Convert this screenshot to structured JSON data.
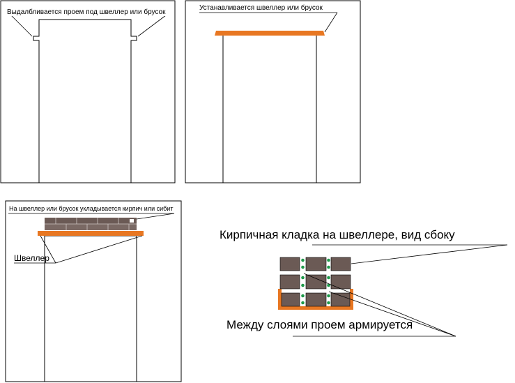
{
  "panel1": {
    "caption": "Выдалбливается проем под швеллер или брусок"
  },
  "panel2": {
    "caption": "Устанавливается швеллер или брусок"
  },
  "panel3": {
    "caption": "На швеллер или брусок укладывается кирпич или сибит",
    "channel_label": "Швеллер"
  },
  "side_view": {
    "title": "Кирпичная кладка на швеллере, вид сбоку",
    "note": "Между слоями проем армируется"
  },
  "colors": {
    "channel": "#e87722",
    "brick": "#6b5a55",
    "rebar": "#1e9a4a",
    "line": "#000000"
  }
}
